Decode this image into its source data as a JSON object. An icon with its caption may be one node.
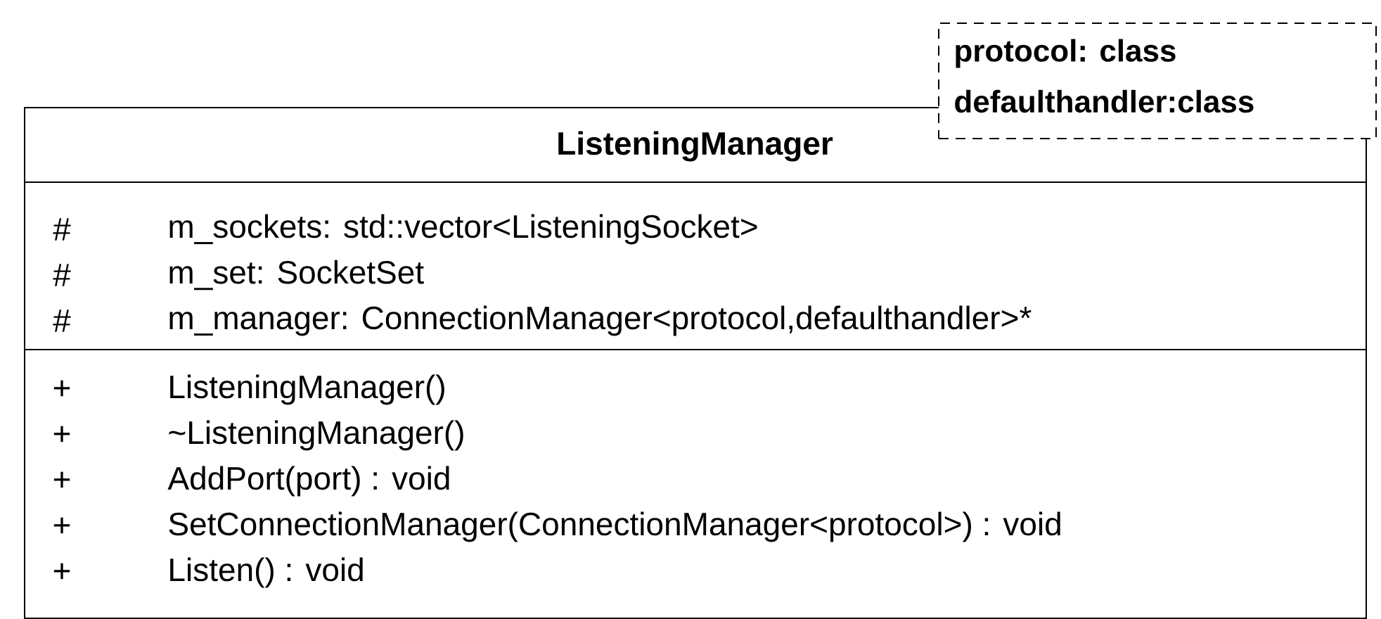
{
  "diagram": {
    "nodes": [
      {
        "text": [
          "ListeningManager"
        ]
      },
      {
        "text": [
          "#",
          "m_sockets: std::vector<ListeningSocket>",
          "#",
          "m_set: SocketSet",
          "#",
          "m_manager: ConnectionManager<protocol,defaulthandler>*"
        ],
        "in": 0
      },
      {
        "text": [
          "+",
          "ListeningManager()",
          "+",
          "~ListeningManager()",
          "+",
          "AddPort(port) : void",
          "+",
          "SetConnectionManager(ConnectionManager<protocol>) : void",
          "+",
          "Listen() : void"
        ],
        "in": 0
      },
      {
        "text": [
          "protocol: class",
          "defaulthandler:class"
        ]
      }
    ]
  }
}
